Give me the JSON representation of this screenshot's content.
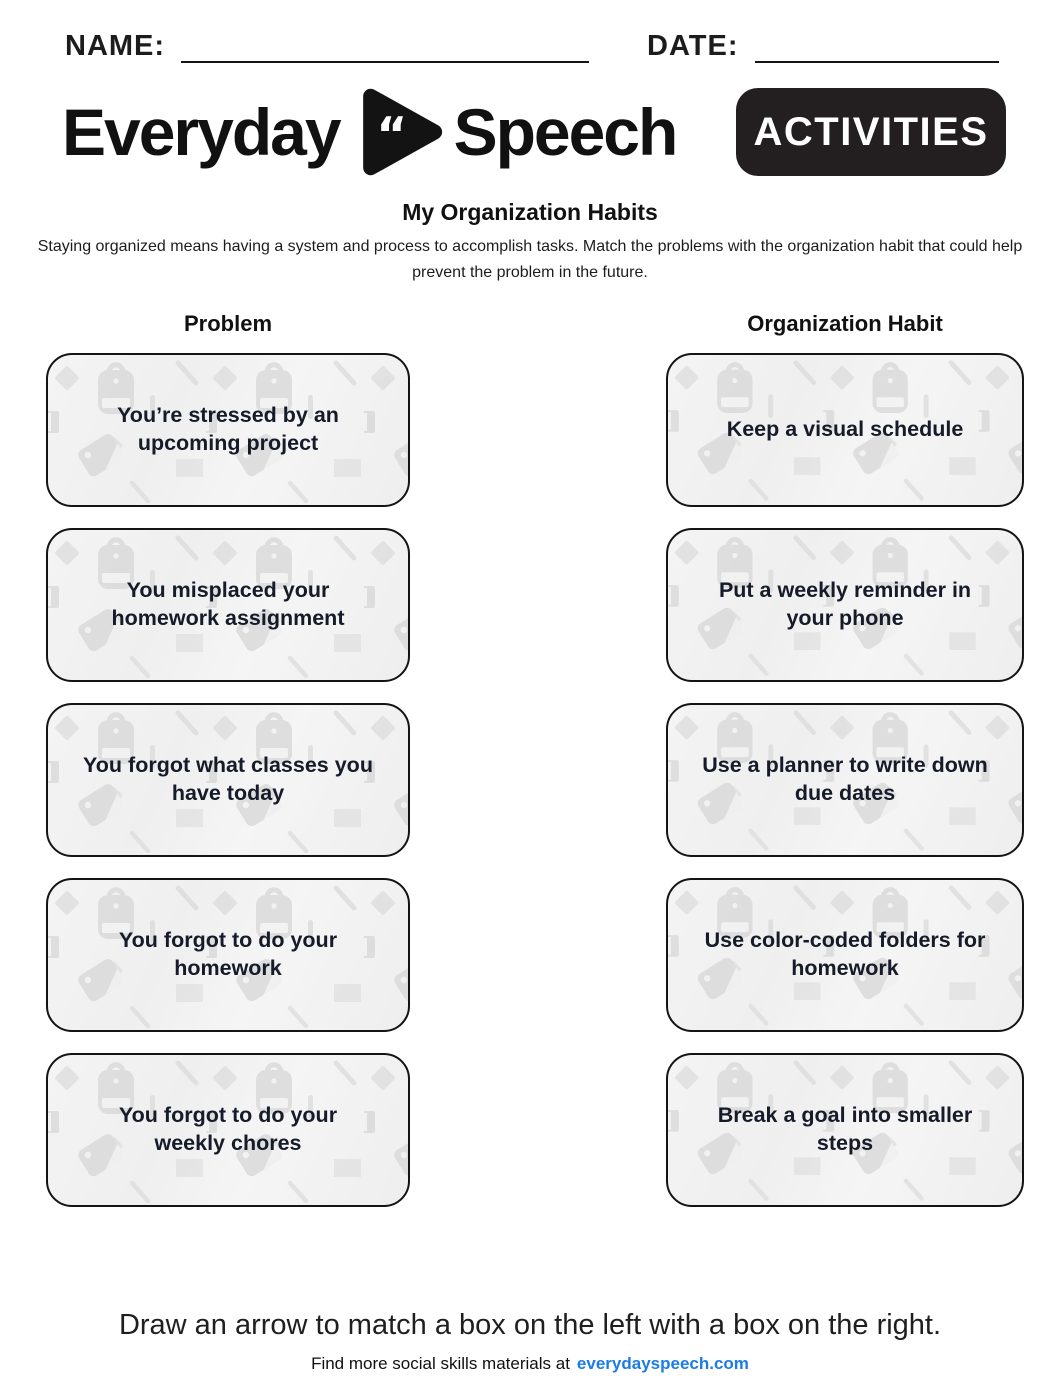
{
  "page": {
    "name_label": "NAME:",
    "date_label": "DATE:",
    "instruction": "Draw an arrow to match a box on the left with a box on the right.",
    "footer_text": "Find more social skills materials at",
    "footer_link": "everydayspeech.com"
  },
  "logo": {
    "word_left": "Everyday",
    "word_right": "Speech",
    "badge": "ACTIVITIES",
    "icon": "play-quote-icon",
    "quote_glyph": "“"
  },
  "worksheet": {
    "title": "My Organization Habits",
    "description": "Staying organized means having a system and process to accomplish tasks. Match the problems with the organization habit that could help prevent the problem in the future."
  },
  "columns": {
    "left": {
      "header": "Problem",
      "items": [
        "You’re stressed by an upcoming project",
        "You misplaced your homework assignment",
        "You forgot what classes you have today",
        "You forgot to do your homework",
        "You forgot to do your weekly chores"
      ]
    },
    "right": {
      "header": "Organization Habit",
      "items": [
        "Keep a visual schedule",
        "Put a weekly reminder in your phone",
        "Use a planner to write down due dates",
        "Use color-coded folders for homework",
        "Break a goal into smaller steps"
      ]
    }
  },
  "pattern_icons": [
    "backpack-icon",
    "diamond-icon",
    "luggage-tag-icon",
    "slash-line-icon",
    "notebook-icon",
    "eraser-rectangle-icon"
  ],
  "colors": {
    "badge_bg": "#231f20",
    "card_bg": "#f1f1f1",
    "pattern_icon": "#dcdcdc",
    "link_blue": "#1b7ce6",
    "text_dark": "#151b29"
  }
}
